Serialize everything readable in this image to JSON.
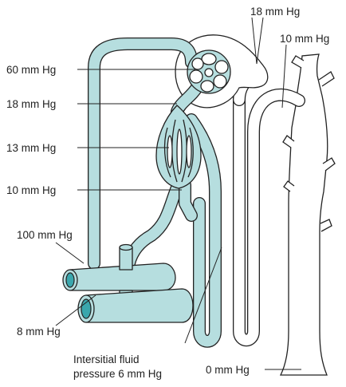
{
  "labels": {
    "glomerular_capillary": "60 mm Hg",
    "efferent_arteriole": "18 mm Hg",
    "peritubular_capillary": "13 mm Hg",
    "venule": "10 mm Hg",
    "arcuate_artery": "100 mm Hg",
    "arcuate_vein": "8 mm Hg",
    "interstitial_line1": "Intersitial fluid",
    "interstitial_line2": "pressure 6 mm Hg",
    "collecting_duct": "0 mm Hg",
    "bowmans_capsule": "18 mm Hg",
    "distal_tubule": "10 mm Hg"
  },
  "colors": {
    "vessel_fill": "#b6dedf",
    "lumen_fill": "#3aa7ad",
    "outline": "#222222"
  }
}
